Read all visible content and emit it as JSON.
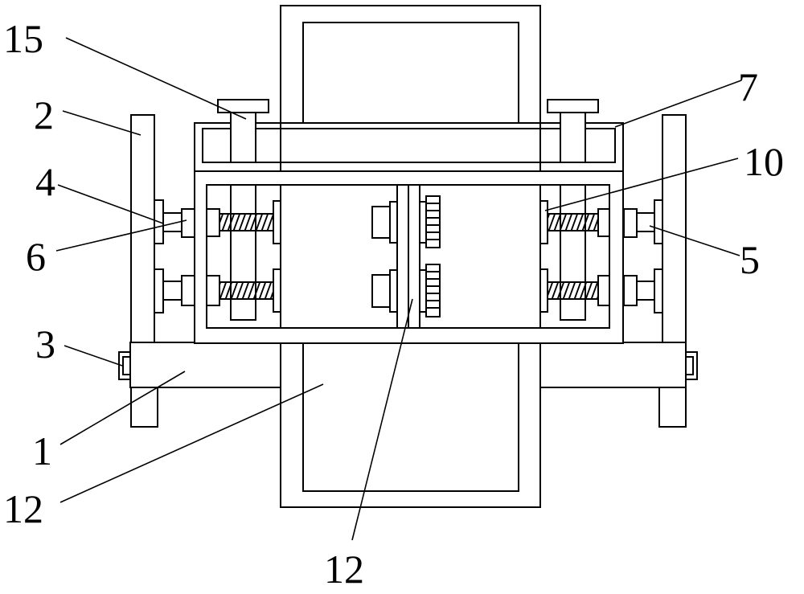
{
  "labels": {
    "l15": "15",
    "l2": "2",
    "l7": "7",
    "l4": "4",
    "l10": "10",
    "l6": "6",
    "l5": "5",
    "l3": "3",
    "l1": "1",
    "l12a": "12",
    "l12b": "12"
  }
}
